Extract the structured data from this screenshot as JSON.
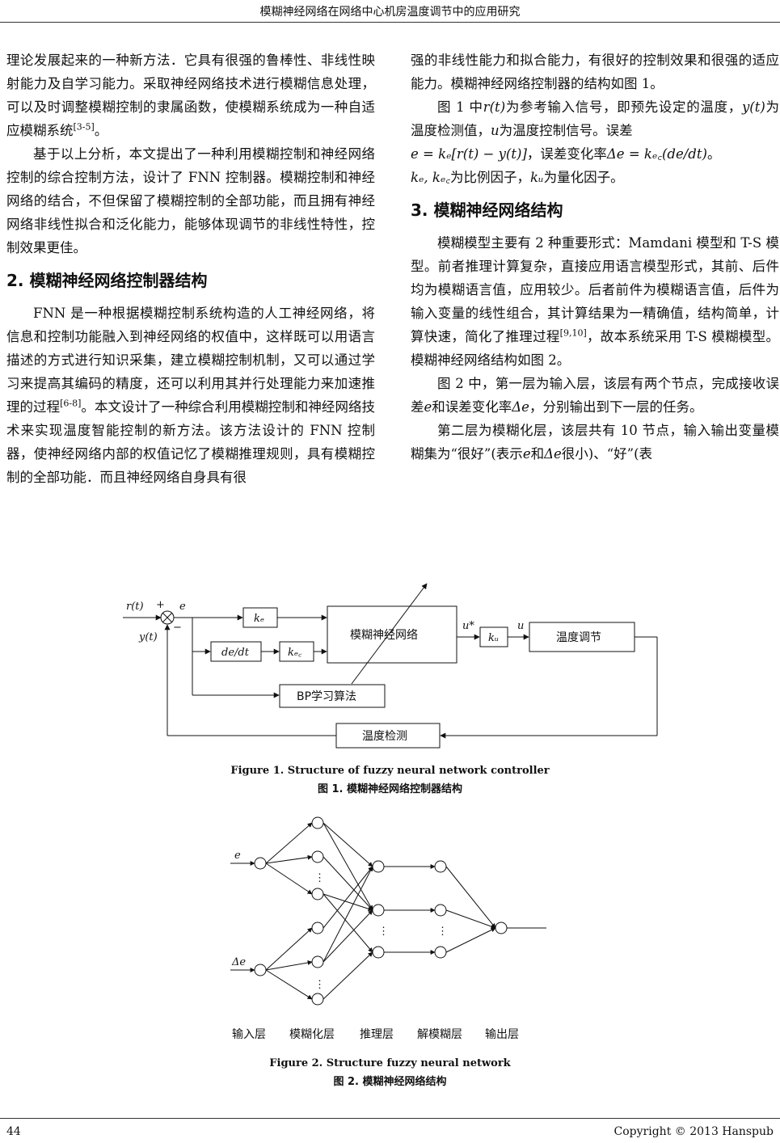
{
  "running_head": "模糊神经网络在网络中心机房温度调节中的应用研究",
  "left_col": {
    "p1": "理论发展起来的一种新方法．它具有很强的鲁棒性、非线性映射能力及自学习能力。采取神经网络技术进行模糊信息处理，可以及时调整模糊控制的隶属函数，使模糊系统成为一种自适应模糊系统",
    "p1_cite": "[3-5]",
    "p1_end": "。",
    "p2": "基于以上分析，本文提出了一种利用模糊控制和神经网络控制的综合控制方法，设计了 FNN 控制器。模糊控制和神经网络的结合，不但保留了模糊控制的全部功能，而且拥有神经网络非线性拟合和泛化能力，能够体现调节的非线性特性，控制效果更佳。",
    "h2": "2.  模糊神经网络控制器结构",
    "p3": "FNN  是一种根据模糊控制系统构造的人工神经网络，将信息和控制功能融入到神经网络的权值中，这样既可以用语言描述的方式进行知识采集，建立模糊控制机制，又可以通过学习来提高其编码的精度，还可以利用其并行处理能力来加速推理的过程",
    "p3_cite": "[6-8]",
    "p3_rest": "。本文设计了一种综合利用模糊控制和神经网络技术来实现温度智能控制的新方法。该方法设计的  FNN  控制器，使神经网络内部的权值记忆了模糊推理规则，具有模糊控制的全部功能．而且神经网络自身具有很"
  },
  "right_col": {
    "p1": "强的非线性能力和拟合能力，有很好的控制效果和很强的适应能力。模糊神经网络控制器的结构如图 1。",
    "p2_a": "图 1 中",
    "p2_rt": "r(t)",
    "p2_b": "为参考输入信号，即预先设定的温度，",
    "p2_yt": "y(t)",
    "p2_c": "为温度检测值，",
    "p2_u": "u",
    "p2_d": "为温度控制信号。误差",
    "p2_eq1": "e = kₑ[r(t) − y(t)]",
    "p2_e": "，误差变化率",
    "p2_eq2": "Δe = kₑ꜀(de/dt)",
    "p2_f": "。",
    "p2_ke": "kₑ, kₑ꜀",
    "p2_g": "为比例因子，",
    "p2_ku": "kᵤ",
    "p2_h": "为量化因子。",
    "h3": "3.  模糊神经网络结构",
    "p3_a": "模糊模型主要有 2 种重要形式：Mamdani 模型和 T-S  模型。前者推理计算复杂，直接应用语言模型形式，其前、后件均为模糊语言值，应用较少。后者前件为模糊语言值，后件为输入变量的线性组合，其计算结果为一精确值，结构简单，计算快速，简化了推理过程",
    "p3_cite": "[9,10]",
    "p3_b": "，故本系统采用  T-S  模糊模型。模糊神经网络结构如图 2。",
    "p4_a": "图 2 中，第一层为输入层，该层有两个节点，完成接收误差",
    "p4_e": "e",
    "p4_b": "和误差变化率",
    "p4_de": "Δe",
    "p4_c": "，分别输出到下一层的任务。",
    "p5_a": "第二层为模糊化层，该层共有  10  节点，输入输出变量模糊集为“很好”(表示",
    "p5_e": "e",
    "p5_b": "和",
    "p5_de": "Δe",
    "p5_c": "很小)、“好”(表"
  },
  "fig1": {
    "rt": "r(t)",
    "plus": "+",
    "minus": "−",
    "e": "e",
    "yt": "y(t)",
    "ke": "kₑ",
    "dedt": "de/dt",
    "kec": "kₑ꜀",
    "fnn": "模糊神经网络",
    "ustar": "u*",
    "ku": "kᵤ",
    "u": "u",
    "temp_adjust": "温度调节",
    "bp": "BP学习算法",
    "temp_detect": "温度检测",
    "caption_en": "Figure 1. Structure of fuzzy neural network controller",
    "caption_zh": "图 1.  模糊神经网络控制器结构"
  },
  "fig2": {
    "in_e": "e",
    "in_de": "Δe",
    "ellipsis": "⋮",
    "layers": [
      "输入层",
      "模糊化层",
      "推理层",
      "解模糊层",
      "输出层"
    ],
    "caption_en": "Figure 2. Structure fuzzy neural network",
    "caption_zh": "图 2.  模糊神经网络结构"
  },
  "footer": {
    "page": "44",
    "copyright": "Copyright © 2013 Hanspub"
  }
}
